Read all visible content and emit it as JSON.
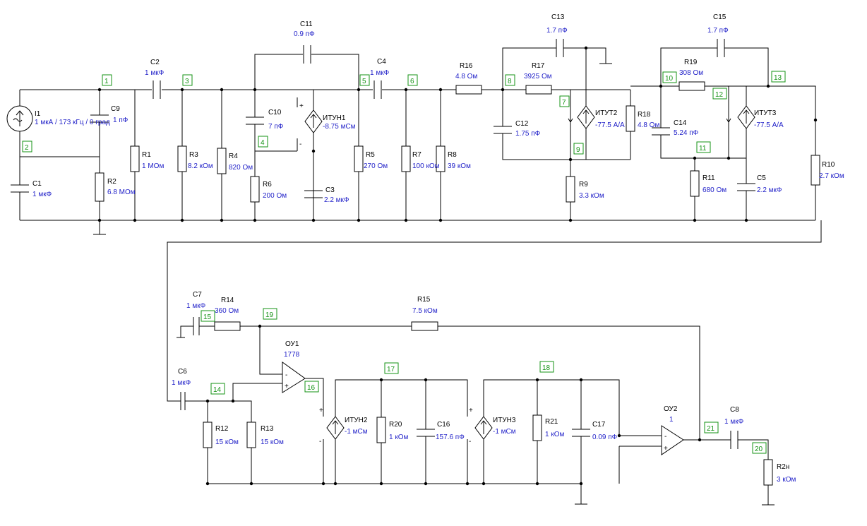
{
  "nodes": [
    "1",
    "2",
    "3",
    "4",
    "5",
    "6",
    "7",
    "8",
    "9",
    "10",
    "11",
    "12",
    "13",
    "14",
    "15",
    "16",
    "17",
    "18",
    "19",
    "20",
    "21"
  ],
  "components": [
    {
      "id": "I1",
      "value": "1 мкА / 173 кГц / 0 град"
    },
    {
      "id": "C9",
      "value": "1 пФ"
    },
    {
      "id": "C1",
      "value": "1 мкФ"
    },
    {
      "id": "R2",
      "value": "6.8 МОм"
    },
    {
      "id": "C2",
      "value": "1 мкФ"
    },
    {
      "id": "R1",
      "value": "1 МОм"
    },
    {
      "id": "R3",
      "value": "8.2 кОм"
    },
    {
      "id": "R4",
      "value": "820 Ом"
    },
    {
      "id": "C10",
      "value": "7 пФ"
    },
    {
      "id": "R6",
      "value": "200 Ом"
    },
    {
      "id": "C11",
      "value": "0.9 пФ"
    },
    {
      "id": "ИТУН1",
      "value": "-8.75 мСм"
    },
    {
      "id": "C3",
      "value": "2.2 мкФ"
    },
    {
      "id": "R5",
      "value": "270 Ом"
    },
    {
      "id": "C4",
      "value": "1 мкФ"
    },
    {
      "id": "R7",
      "value": "100 кОм"
    },
    {
      "id": "R8",
      "value": "39 кОм"
    },
    {
      "id": "R16",
      "value": "4.8 Ом"
    },
    {
      "id": "C13",
      "value": "1.7 пФ"
    },
    {
      "id": "R17",
      "value": "3925 Ом"
    },
    {
      "id": "C12",
      "value": "1.75 пФ"
    },
    {
      "id": "ИТУТ2",
      "value": "-77.5 А/А"
    },
    {
      "id": "R9",
      "value": "3.3 кОм"
    },
    {
      "id": "R18",
      "value": "4.8 Ом"
    },
    {
      "id": "C15",
      "value": "1.7 пФ"
    },
    {
      "id": "R19",
      "value": "308 Ом"
    },
    {
      "id": "C14",
      "value": "5.24 пФ"
    },
    {
      "id": "ИТУТ3",
      "value": "-77.5 А/А"
    },
    {
      "id": "R11",
      "value": "680 Ом"
    },
    {
      "id": "C5",
      "value": "2.2 мкФ"
    },
    {
      "id": "R10",
      "value": "2.7 кОм"
    },
    {
      "id": "C7",
      "value": "1 мкФ"
    },
    {
      "id": "R14",
      "value": "360 Ом"
    },
    {
      "id": "R15",
      "value": "7.5 кОм"
    },
    {
      "id": "ОУ1",
      "value": "1778"
    },
    {
      "id": "C6",
      "value": "1 мкФ"
    },
    {
      "id": "R12",
      "value": "15 кОм"
    },
    {
      "id": "R13",
      "value": "15 кОм"
    },
    {
      "id": "ИТУН2",
      "value": "-1 мСм"
    },
    {
      "id": "R20",
      "value": "1 кОм"
    },
    {
      "id": "C16",
      "value": "157.6 пФ"
    },
    {
      "id": "ИТУН3",
      "value": "-1 мСм"
    },
    {
      "id": "R21",
      "value": "1 кОм"
    },
    {
      "id": "C17",
      "value": "0.09 пФ"
    },
    {
      "id": "ОУ2",
      "value": "1"
    },
    {
      "id": "C8",
      "value": "1 мкФ"
    },
    {
      "id": "R2н",
      "value": "3 кОм"
    }
  ],
  "colors": {
    "wire": "#000000",
    "value": "#1f1fc8",
    "node": "#169316"
  }
}
